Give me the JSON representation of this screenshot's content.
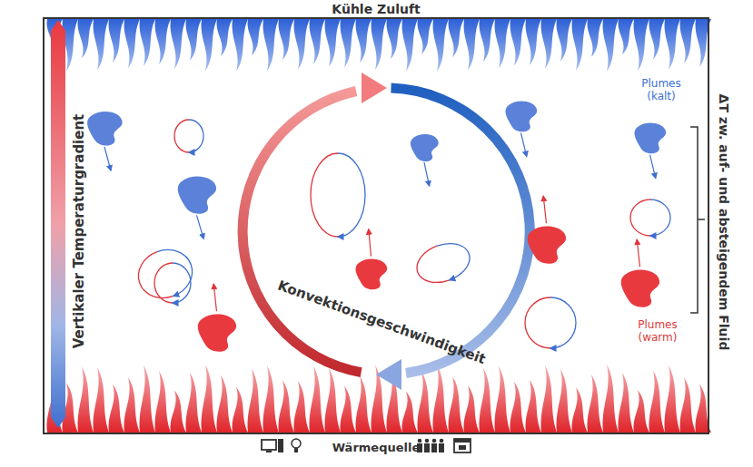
{
  "diagram": {
    "title": "Kühle Zuluft",
    "labels": [
      "Vertikaler Temperaturgradient",
      "Plumes (kalt)",
      "Plumes (warm)",
      "Konvektionsgeschwindigkeit",
      "ΔT zw. auf- und absteigendem Fluid",
      "Wärmequelle"
    ]
  }
}
